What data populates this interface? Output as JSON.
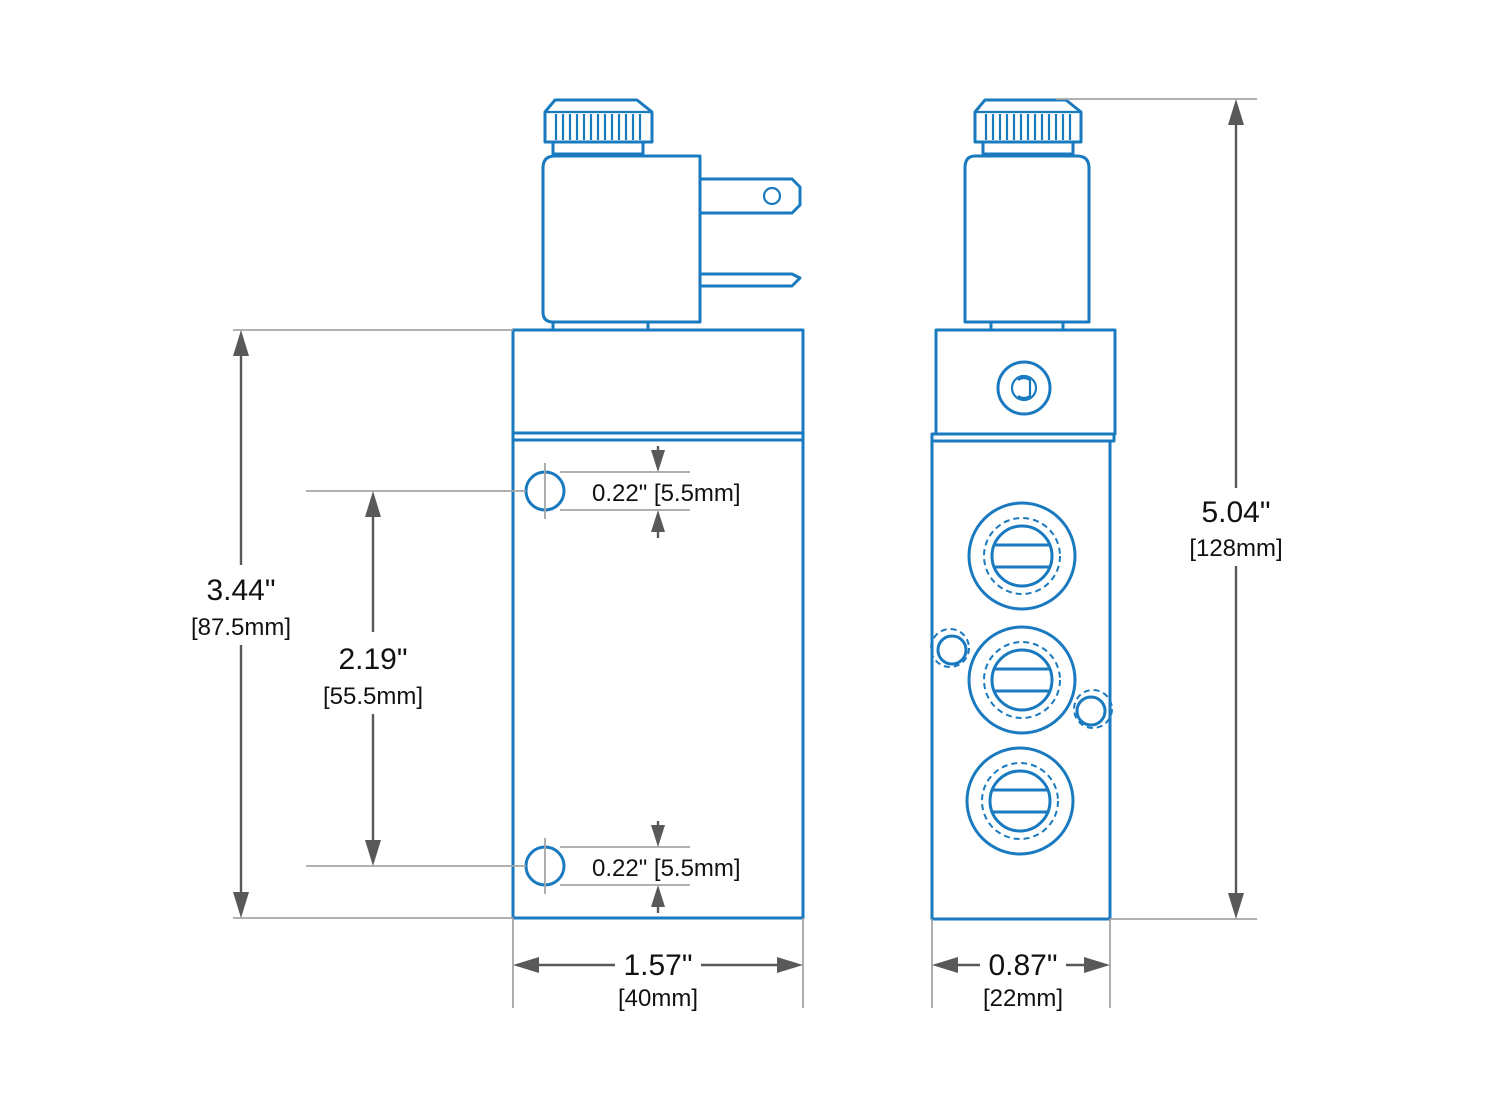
{
  "diagram": {
    "subject": "solenoid-valve",
    "colors": {
      "part": "#1a7ac0",
      "dimension_line": "#a6a6a6",
      "arrow": "#595959",
      "text": "#111111"
    },
    "front_view": {
      "width": {
        "imperial": "1.57\"",
        "metric": "[40mm]"
      },
      "body_height": {
        "imperial": "3.44\"",
        "metric": "[87.5mm]"
      },
      "hole_spacing": {
        "imperial": "2.19\"",
        "metric": "[55.5mm]"
      },
      "hole_top": {
        "text": "0.22\" [5.5mm]"
      },
      "hole_bottom": {
        "text": "0.22\" [5.5mm]"
      }
    },
    "side_view": {
      "width": {
        "imperial": "0.87\"",
        "metric": "[22mm]"
      },
      "overall_height": {
        "imperial": "5.04\"",
        "metric": "[128mm]"
      }
    }
  }
}
